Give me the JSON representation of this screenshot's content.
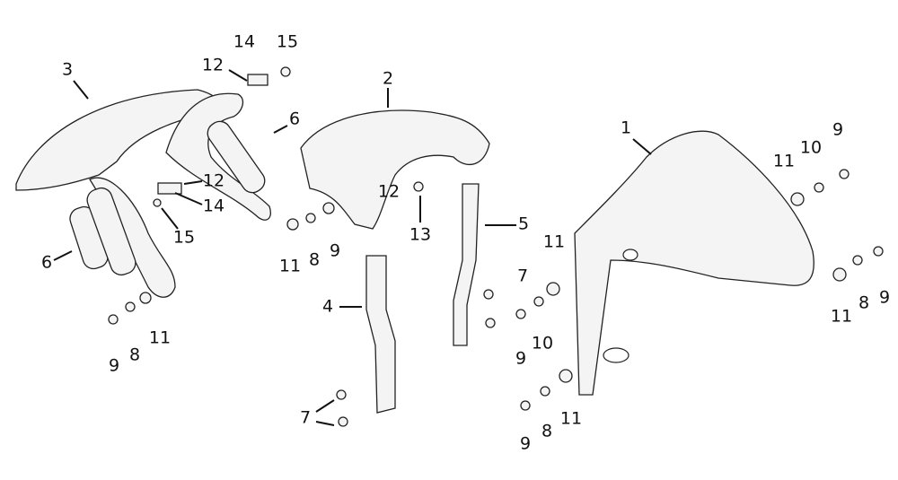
{
  "title": "Front fender exploded parts diagram",
  "callouts": [
    "3",
    "14",
    "15",
    "12",
    "2",
    "6",
    "12",
    "14",
    "15",
    "6",
    "11",
    "8",
    "9",
    "12",
    "13",
    "5",
    "4",
    "7",
    "11",
    "10",
    "9",
    "9",
    "8",
    "11",
    "7",
    "9",
    "8",
    "11",
    "1",
    "11",
    "10",
    "9",
    "9",
    "8",
    "11"
  ]
}
